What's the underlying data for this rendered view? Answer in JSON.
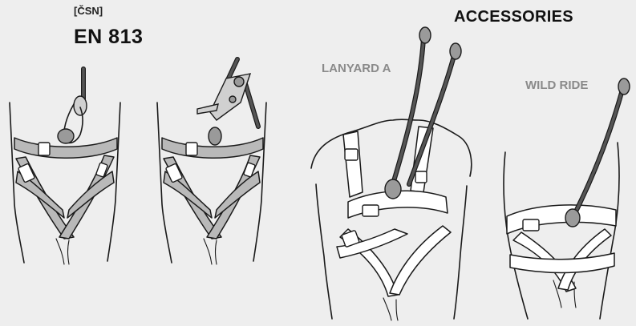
{
  "standard": {
    "code": "[ČSN]",
    "name": "EN 813"
  },
  "accessories": {
    "title": "ACCESSORIES",
    "items": [
      {
        "label": "LANYARD A"
      },
      {
        "label": "WILD RIDE"
      }
    ]
  },
  "colors": {
    "background": "#eeeeee",
    "strap_gray": "#b9b9b9",
    "label_gray": "#8a8a8a",
    "outline": "#1a1a1a"
  }
}
